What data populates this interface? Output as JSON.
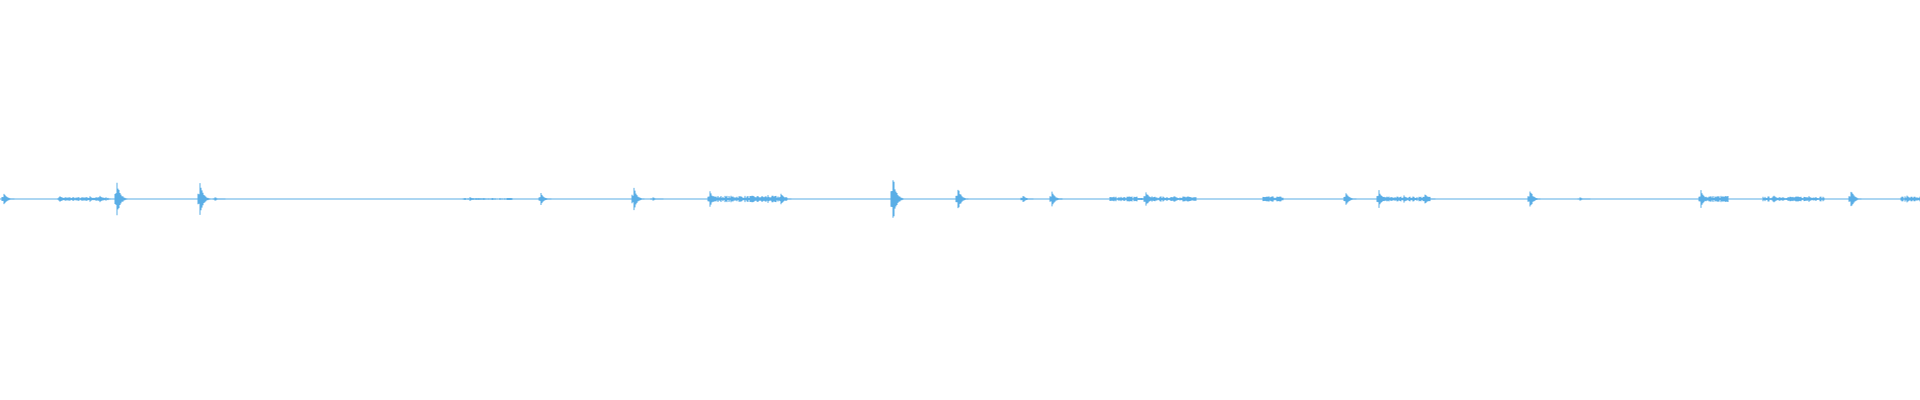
{
  "waveform": {
    "color": "#5aaee6",
    "background": "#ffffff",
    "duration_fraction_markers": "none",
    "peaks": [
      {
        "t": 0.002,
        "amp": 0.06
      },
      {
        "t": 0.031,
        "amp": 0.03
      },
      {
        "t": 0.038,
        "amp": 0.02
      },
      {
        "t": 0.047,
        "amp": 0.03
      },
      {
        "t": 0.052,
        "amp": 0.04
      },
      {
        "t": 0.061,
        "amp": 0.2
      },
      {
        "t": 0.104,
        "amp": 0.18
      },
      {
        "t": 0.112,
        "amp": 0.02
      },
      {
        "t": 0.245,
        "amp": 0.02
      },
      {
        "t": 0.282,
        "amp": 0.06
      },
      {
        "t": 0.33,
        "amp": 0.12
      },
      {
        "t": 0.34,
        "amp": 0.02
      },
      {
        "t": 0.37,
        "amp": 0.08
      },
      {
        "t": 0.385,
        "amp": 0.03
      },
      {
        "t": 0.4,
        "amp": 0.04
      },
      {
        "t": 0.407,
        "amp": 0.06
      },
      {
        "t": 0.465,
        "amp": 0.25
      },
      {
        "t": 0.499,
        "amp": 0.12
      },
      {
        "t": 0.533,
        "amp": 0.04
      },
      {
        "t": 0.548,
        "amp": 0.08
      },
      {
        "t": 0.548,
        "amp": 0.08
      },
      {
        "t": 0.597,
        "amp": 0.08
      },
      {
        "t": 0.612,
        "amp": 0.03
      },
      {
        "t": 0.662,
        "amp": 0.03
      },
      {
        "t": 0.701,
        "amp": 0.08
      },
      {
        "t": 0.718,
        "amp": 0.1
      },
      {
        "t": 0.731,
        "amp": 0.04
      },
      {
        "t": 0.742,
        "amp": 0.06
      },
      {
        "t": 0.797,
        "amp": 0.1
      },
      {
        "t": 0.823,
        "amp": 0.02
      },
      {
        "t": 0.886,
        "amp": 0.09
      },
      {
        "t": 0.924,
        "amp": 0.04
      },
      {
        "t": 0.942,
        "amp": 0.03
      },
      {
        "t": 0.964,
        "amp": 0.1
      },
      {
        "t": 0.993,
        "amp": 0.04
      }
    ],
    "dense_regions": [
      {
        "start": 0.03,
        "end": 0.056,
        "amp": 0.015
      },
      {
        "start": 0.241,
        "end": 0.268,
        "amp": 0.008
      },
      {
        "start": 0.37,
        "end": 0.41,
        "amp": 0.025
      },
      {
        "start": 0.578,
        "end": 0.623,
        "amp": 0.02
      },
      {
        "start": 0.658,
        "end": 0.668,
        "amp": 0.02
      },
      {
        "start": 0.718,
        "end": 0.745,
        "amp": 0.02
      },
      {
        "start": 0.886,
        "end": 0.9,
        "amp": 0.025
      },
      {
        "start": 0.918,
        "end": 0.95,
        "amp": 0.02
      },
      {
        "start": 0.99,
        "end": 1.0,
        "amp": 0.02
      }
    ]
  }
}
